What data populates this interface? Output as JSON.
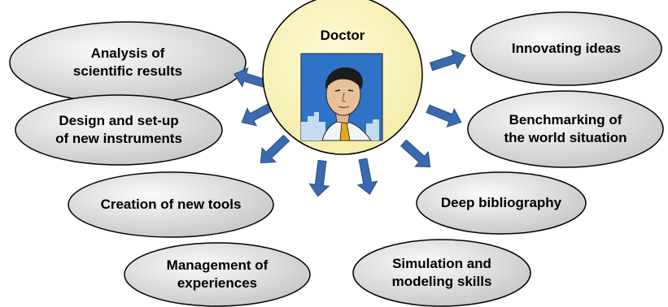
{
  "center": {
    "title": "Doctor",
    "fill": "#fbf6c3"
  },
  "nodes": [
    {
      "id": "analysis",
      "label": "Analysis of\nscientific results"
    },
    {
      "id": "design",
      "label": "Design and set-up\nof new instruments"
    },
    {
      "id": "creation",
      "label": "Creation of new tools"
    },
    {
      "id": "management",
      "label": "Management of\nexperiences"
    },
    {
      "id": "innovating",
      "label": "Innovating ideas"
    },
    {
      "id": "benchmarking",
      "label": "Benchmarking of\nthe world situation"
    },
    {
      "id": "bibliography",
      "label": "Deep bibliography"
    },
    {
      "id": "simulation",
      "label": "Simulation and\nmodeling skills"
    }
  ],
  "colors": {
    "arrow": "#3b6ab0",
    "arrow_stroke": "#2b4f86",
    "ellipse_light": "#fafafa",
    "ellipse_dark": "#c7c7c7",
    "sky": "#2f73c8",
    "building": "#c4dcf2"
  }
}
